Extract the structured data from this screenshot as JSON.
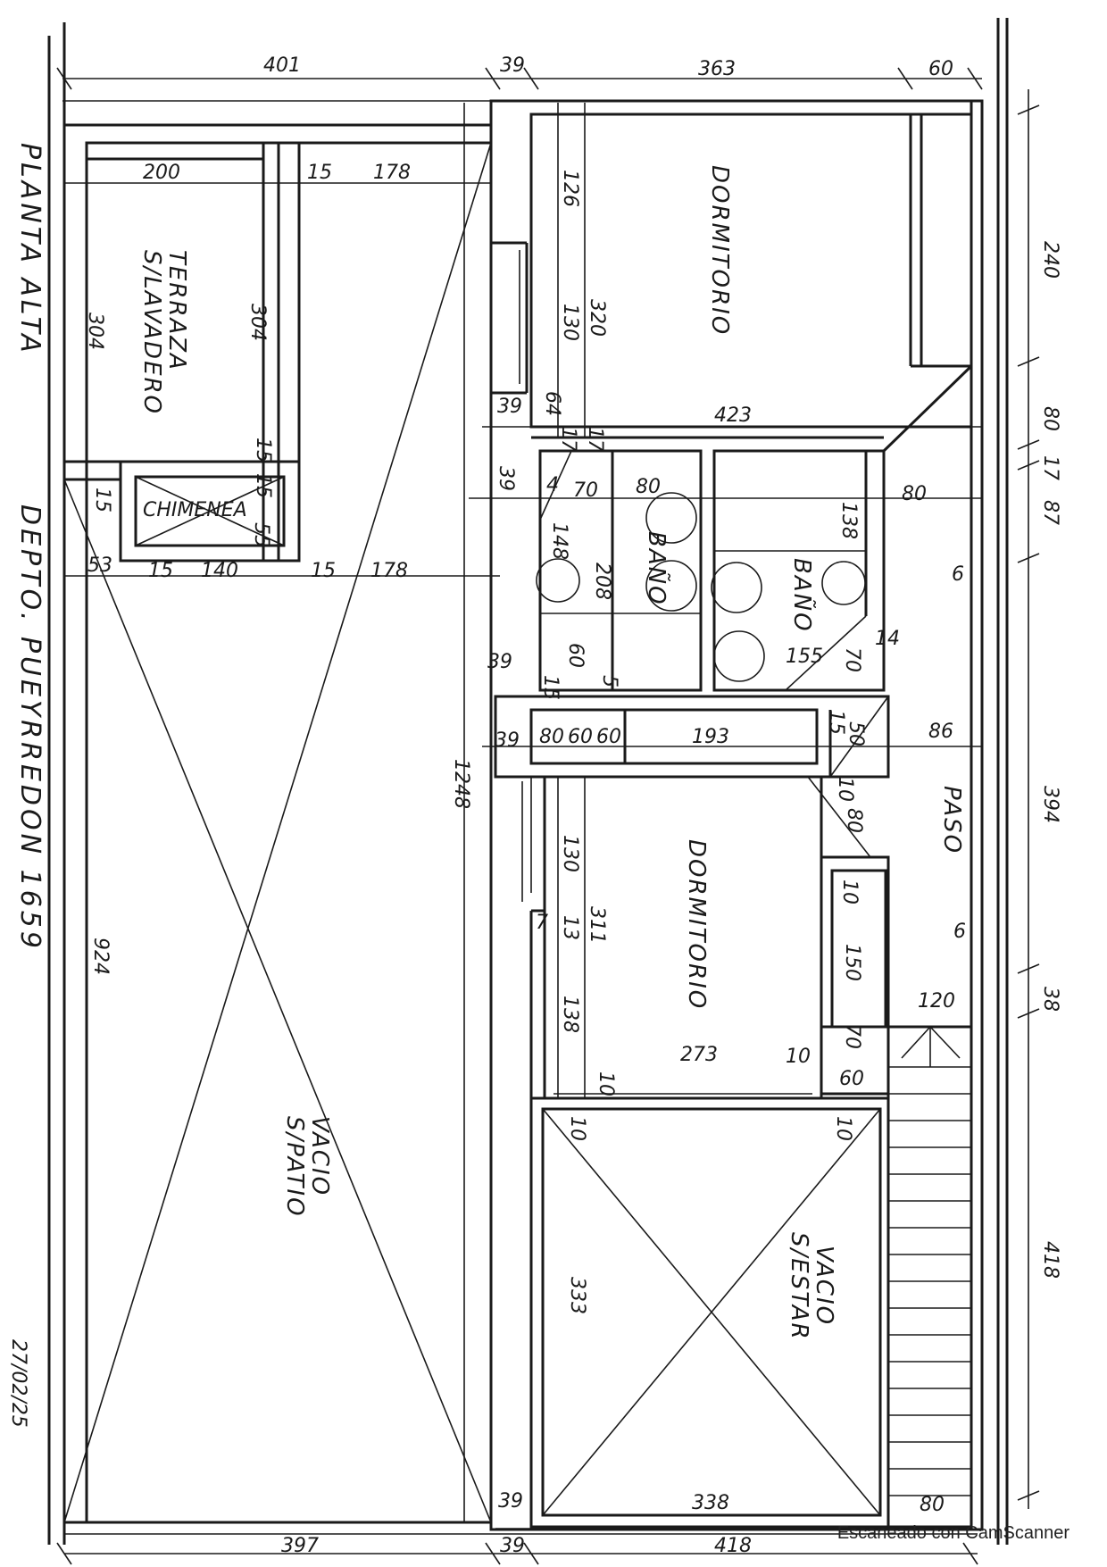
{
  "sheet": {
    "title": "PLANTA ALTA",
    "subtitle": "DEPTO. PUEYRREDON 1659",
    "date": "27/02/25"
  },
  "rooms": {
    "dormitorio_top": "DORMITORIO",
    "dormitorio_mid": "DORMITORIO",
    "bano_left": "BAÑO",
    "bano_right": "BAÑO",
    "terraza": [
      "TERRAZA",
      "S/LAVADERO"
    ],
    "chimenea": "CHIMENEA",
    "paso": "PASO",
    "vacio_patio": [
      "VACIO",
      "S/PATIO"
    ],
    "vacio_estar": [
      "VACIO",
      "S/ESTAR"
    ]
  },
  "dimensions": {
    "top_401": "401",
    "top_39": "39",
    "top_363": "363",
    "top_60": "60",
    "terr_200": "200",
    "terr_15a": "15",
    "terr_178a": "178",
    "terr_304a": "304",
    "terr_304b": "304",
    "terr_15b": "15",
    "chim_15": "15",
    "chim_55": "55",
    "row_53": "53",
    "row_15a": "15",
    "row_140": "140",
    "row_15b": "15",
    "row_178": "178",
    "left_15": "15",
    "left_924": "924",
    "mid_1248": "1248",
    "d1_126": "126",
    "d1_130": "130",
    "d1_320": "320",
    "d1_39": "39",
    "d1_64": "64",
    "d1_17a": "17",
    "d1_17b": "17",
    "d1_423": "423",
    "b_39": "39",
    "b_4": "4",
    "b_70": "70",
    "b_80a": "80",
    "b_148": "148",
    "b_208": "208",
    "b_60": "60",
    "b_39b": "39",
    "b_15": "15",
    "b_5": "5",
    "br_80": "80",
    "br_138": "138",
    "br_155": "155",
    "br_70": "70",
    "br_14": "14",
    "br_6": "6",
    "h_39": "39",
    "h_80": "80",
    "h_60a": "60",
    "h_60b": "60",
    "h_193": "193",
    "h_15": "15",
    "h_50": "50",
    "h_86": "86",
    "h_10": "10",
    "h_80b": "80",
    "d2_130": "130",
    "d2_311": "311",
    "d2_7": "7",
    "d2_13": "13",
    "d2_138": "138",
    "d2_10a": "10",
    "d2_150": "150",
    "d2_6": "6",
    "d2_273": "273",
    "d2_10b": "10",
    "d2_70": "70",
    "d2_60": "60",
    "d2_10c": "10",
    "d2_10d": "10",
    "d2_10e": "10",
    "d2_120": "120",
    "v_333": "333",
    "v_338": "338",
    "v_39": "39",
    "st_80": "80",
    "right_240": "240",
    "right_80": "80",
    "right_17": "17",
    "right_87": "87",
    "right_394": "394",
    "right_38": "38",
    "right_418": "418",
    "bot_397": "397",
    "bot_39": "39",
    "bot_418": "418"
  },
  "scanner_footer": "Escaneado con CamScanner"
}
